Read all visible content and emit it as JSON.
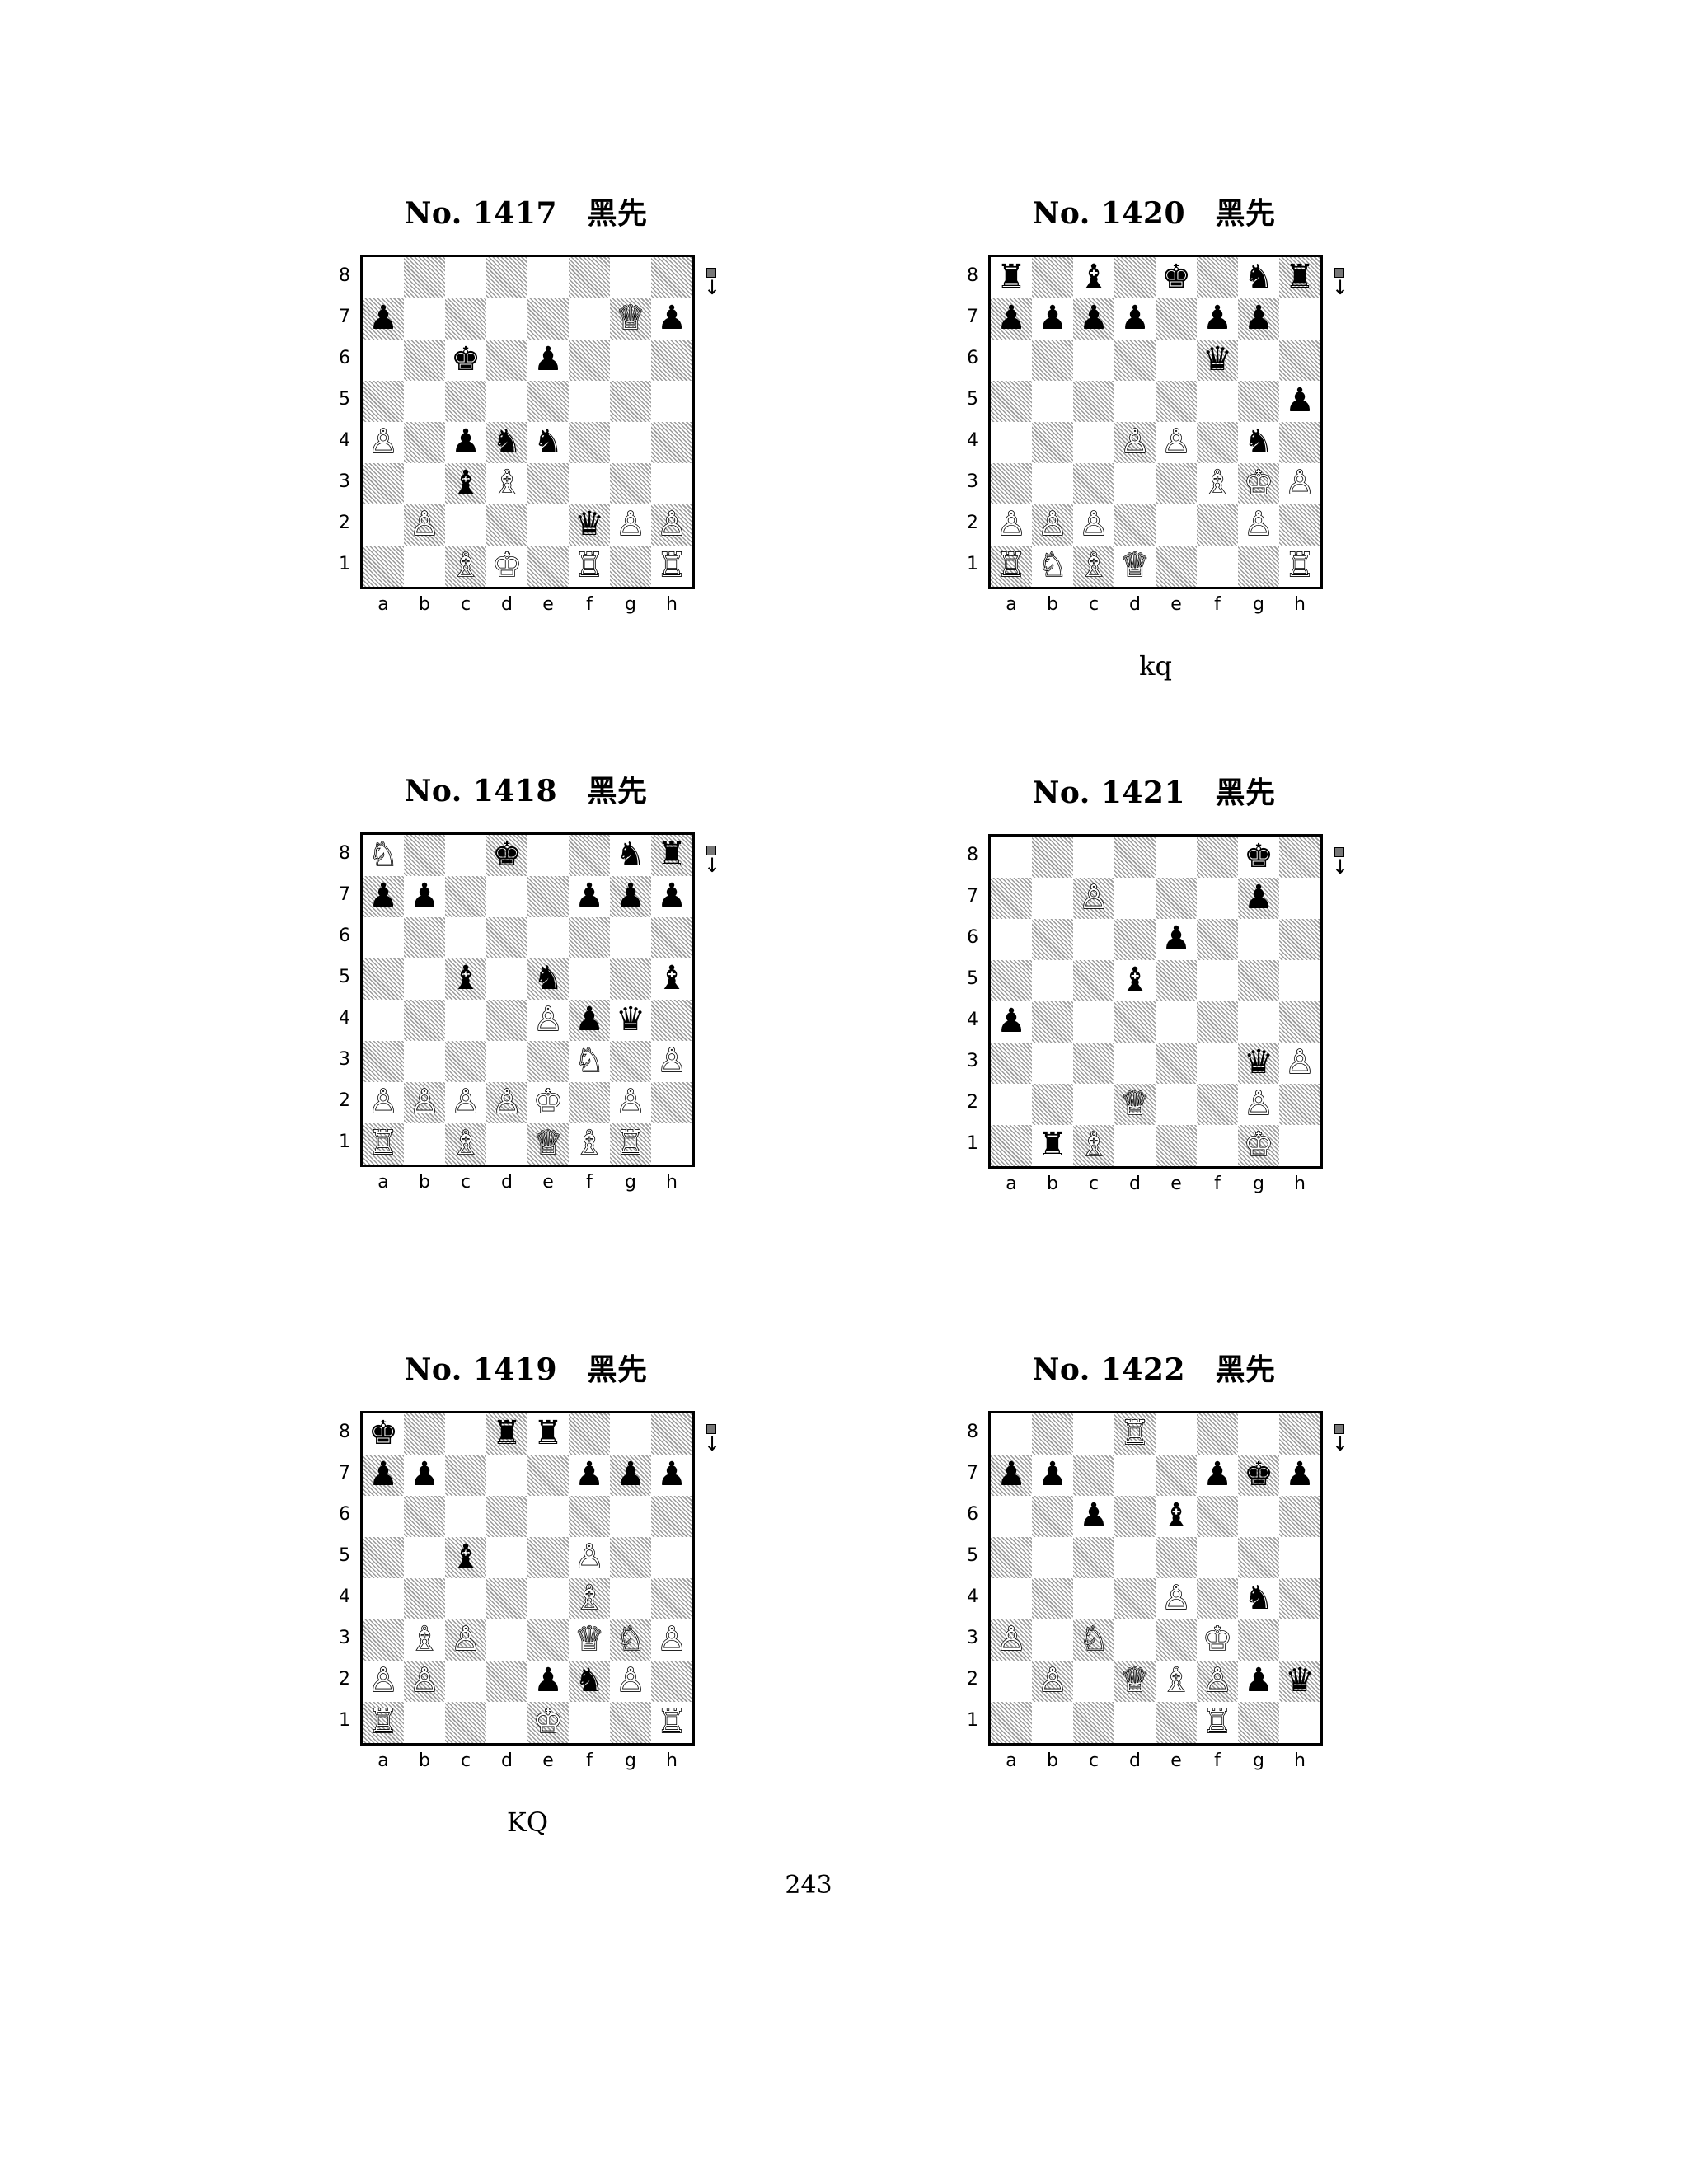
{
  "puzzles": [
    {
      "id": "p1417",
      "title": "No. 1417　黑先",
      "note": "",
      "board": [
        "........",
        "p.....Qp",
        "..k.p...",
        "........",
        "P.pnn...",
        "..bB....",
        ".P...qPP",
        "..BK.R.R"
      ]
    },
    {
      "id": "p1418",
      "title": "No. 1418　黑先",
      "note": "",
      "board": [
        "N..k..nr",
        "pp...ppp",
        "........",
        "..b.n..b",
        "....Ppq.",
        ".....N.P",
        "PPPPK.P.",
        "R.B.QBR."
      ]
    },
    {
      "id": "p1419",
      "title": "No. 1419　黑先",
      "note": "KQ",
      "board": [
        "k..rr...",
        "pp...ppp",
        "........",
        "..b..P..",
        ".....B..",
        ".BP..QNP",
        "PP..pnP.",
        "R...K..R"
      ]
    },
    {
      "id": "p1420",
      "title": "No. 1420　黑先",
      "note": "kq",
      "board": [
        "r.b.k.nr",
        "pppp.pp.",
        ".....q..",
        ".......p",
        "...PP.n.",
        ".....BKP",
        "PPP...P.",
        "RNBQ...R"
      ]
    },
    {
      "id": "p1421",
      "title": "No. 1421　黑先",
      "note": "",
      "board": [
        "......k.",
        "..P...p.",
        "....p...",
        "...b....",
        "p.......",
        "......qP",
        "...Q..P.",
        ".rB...K."
      ]
    },
    {
      "id": "p1422",
      "title": "No. 1422　黑先",
      "note": "",
      "board": [
        "...R....",
        "pp...pkp",
        "..p.b...",
        "........",
        "....P.n.",
        "P.N..K..",
        ".P.QBPpq",
        ".....R.."
      ]
    }
  ],
  "labels": {
    "files": [
      "a",
      "b",
      "c",
      "d",
      "e",
      "f",
      "g",
      "h"
    ],
    "ranks": [
      "8",
      "7",
      "6",
      "5",
      "4",
      "3",
      "2",
      "1"
    ]
  },
  "turn_indicator": {
    "icon": "black-to-move-box-icon",
    "box_color": "#777777",
    "arrow_glyph": "↓"
  },
  "glyphs": {
    "K": "♔",
    "Q": "♕",
    "R": "♖",
    "B": "♗",
    "N": "♘",
    "P": "♙",
    "k": "♚",
    "q": "♛",
    "r": "♜",
    "b": "♝",
    "n": "♞",
    "p": "♟"
  },
  "piece_names": {
    "k": "king",
    "q": "queen",
    "r": "rook",
    "b": "bishop",
    "n": "knight",
    "p": "pawn"
  },
  "page_number": "243"
}
